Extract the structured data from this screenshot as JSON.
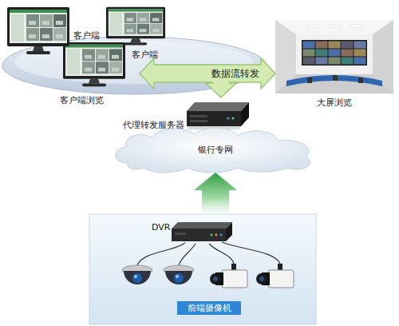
{
  "diagram": {
    "nodes": [
      {
        "text": [
          "客户端浏览"
        ]
      },
      {
        "text": [
          "客户端"
        ],
        "in": 0
      },
      {
        "text": [
          "客户端"
        ],
        "in": 0
      },
      {
        "text": [
          "大屏浏览"
        ]
      },
      {
        "text": [
          "代理转发服务器"
        ]
      },
      {
        "text": [
          "银行专网"
        ]
      },
      {
        "text": [
          "DVR"
        ]
      },
      {
        "text": [
          "前端摄像机"
        ]
      }
    ],
    "edges": [
      {
        "from": 0,
        "to": 3,
        "label": "数据流转发",
        "arrow": "both"
      },
      {
        "from": 0,
        "to": 4,
        "arrow": "to"
      },
      {
        "from": 6,
        "to": 5,
        "arrow": "to"
      }
    ]
  }
}
